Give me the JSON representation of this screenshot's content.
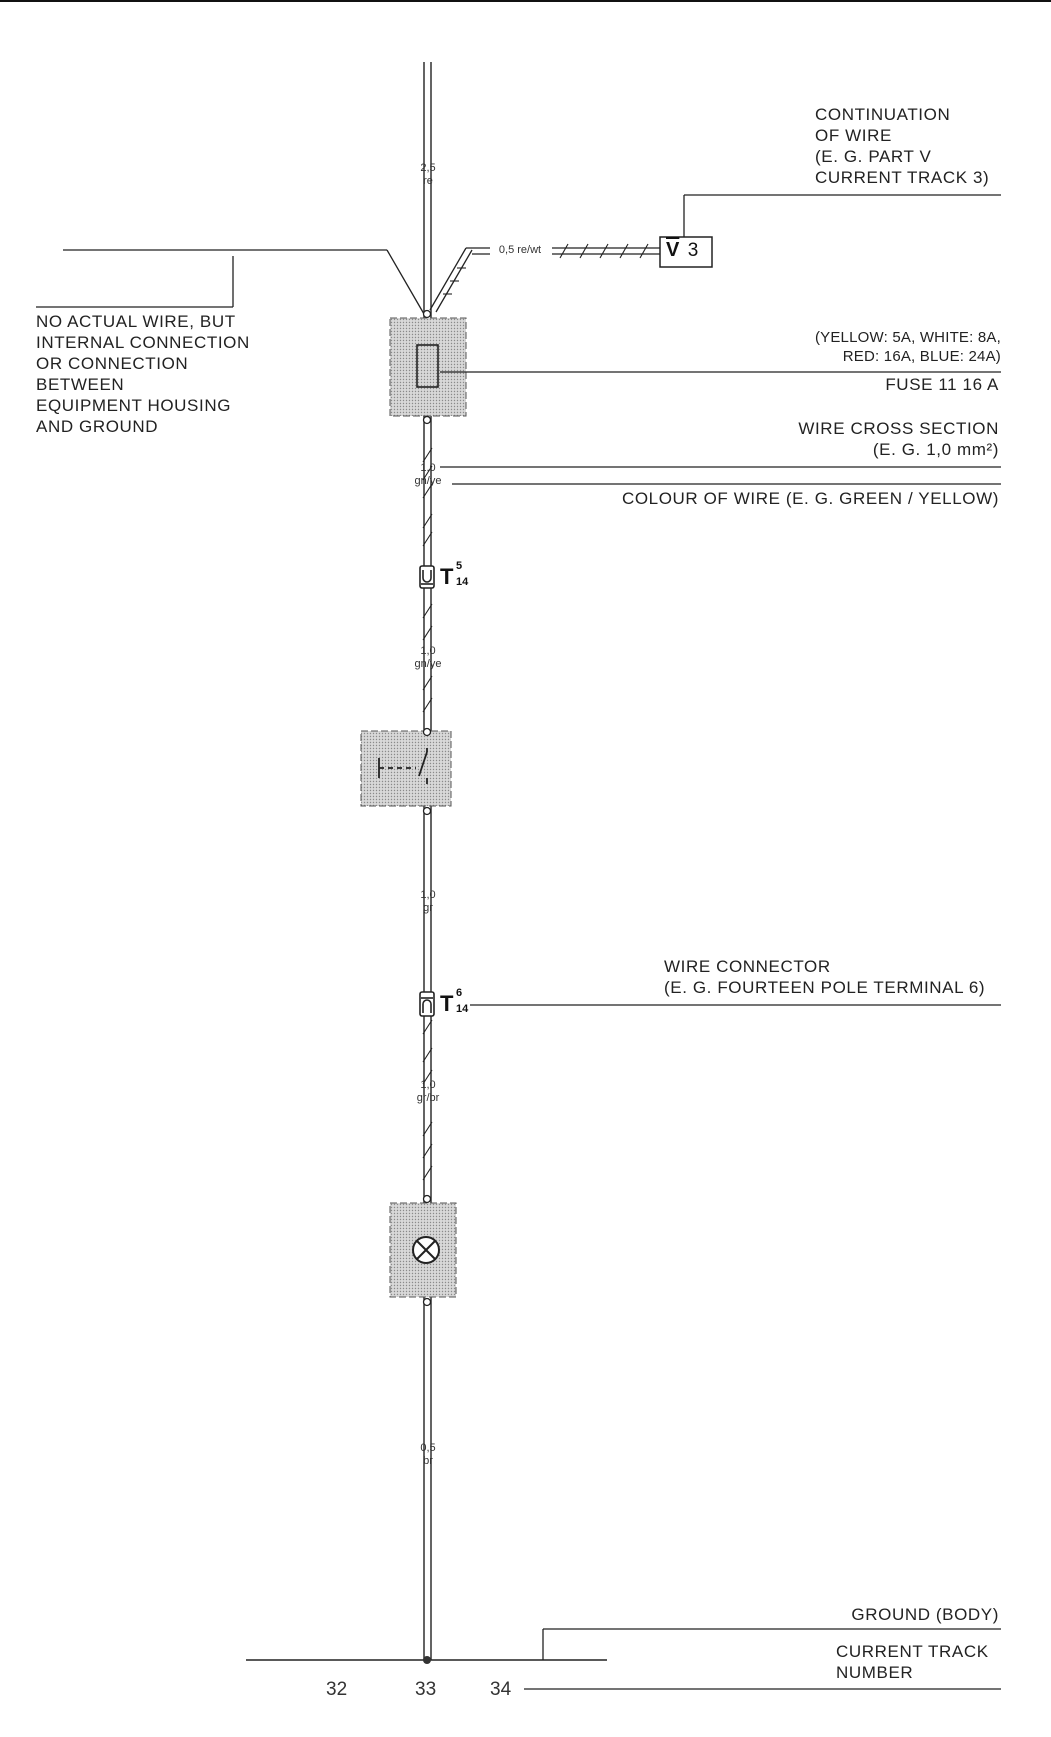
{
  "wires": {
    "top": {
      "section": "2,5",
      "colour": "re"
    },
    "branch": {
      "label": "0,5 re/wt"
    },
    "w1": {
      "section": "1,0",
      "colour": "gn/ye"
    },
    "w2": {
      "section": "1,0",
      "colour": "gn/ye"
    },
    "w3": {
      "section": "1,0",
      "colour": "gr"
    },
    "w4": {
      "section": "1,0",
      "colour": "gr/br"
    },
    "w5": {
      "section": "0,5",
      "colour": "br"
    }
  },
  "continuation_box": {
    "roman": "V",
    "track": "3"
  },
  "connectors": {
    "t5": {
      "letter": "T",
      "sup": "5",
      "sub": "14"
    },
    "t6": {
      "letter": "T",
      "sup": "6",
      "sub": "14"
    }
  },
  "annotations": {
    "continuation": "CONTINUATION\nOF WIRE\n(E. G. PART V\nCURRENT TRACK 3)",
    "no_actual_wire": "NO ACTUAL WIRE, BUT\nINTERNAL CONNECTION\nOR CONNECTION\nBETWEEN\nEQUIPMENT HOUSING\nAND GROUND",
    "fuse_colours": "(YELLOW: 5A, WHITE: 8A,\nRED: 16A, BLUE: 24A)",
    "fuse": "FUSE 11  16 A",
    "cross_section": "WIRE CROSS SECTION\n(E. G.    1,0 mm²)",
    "colour_of_wire": "COLOUR OF WIRE  (E. G. GREEN / YELLOW)",
    "wire_connector": "WIRE CONNECTOR\n(E. G. FOURTEEN POLE TERMINAL 6)",
    "ground": "GROUND (BODY)",
    "current_track_number": "CURRENT TRACK\nNUMBER"
  },
  "track_numbers": [
    "32",
    "33",
    "34"
  ]
}
